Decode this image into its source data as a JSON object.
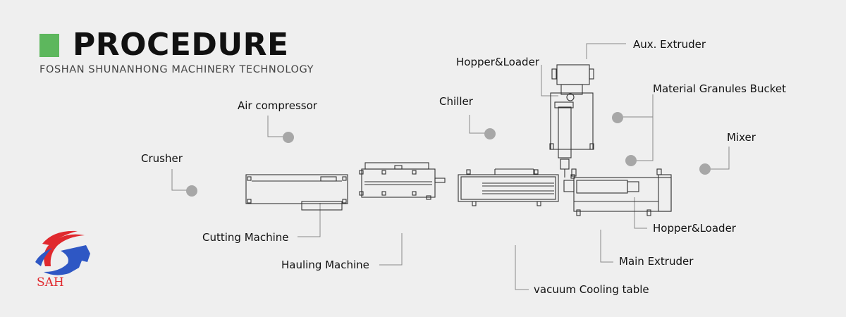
{
  "header": {
    "title": "PROCEDURE",
    "subtitle": "FOSHAN SHUNANHONG MACHINERY TECHNOLOGY"
  },
  "colors": {
    "accent_green": "#5db75d",
    "logo_red": "#e0292e",
    "logo_blue": "#2e57c4",
    "dot_gray": "#a7a7a7",
    "line_gray": "#888888"
  },
  "logo": {
    "text": "SAH"
  },
  "labels": {
    "aux_extruder": "Aux. Extruder",
    "hopper_loader_top": "Hopper&Loader",
    "material_granules_bucket": "Material Granules Bucket",
    "chiller": "Chiller",
    "air_compressor": "Air compressor",
    "mixer": "Mixer",
    "crusher": "Crusher",
    "cutting_machine": "Cutting Machine",
    "hauling_machine": "Hauling Machine",
    "hopper_loader_bottom": "Hopper&Loader",
    "main_extruder": "Main Extruder",
    "vacuum_cooling_table": "vacuum Cooling table"
  }
}
